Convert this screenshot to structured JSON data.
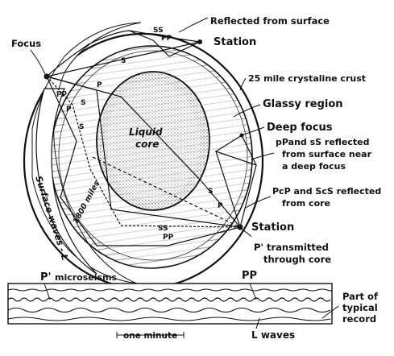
{
  "labels": {
    "reflected_from_surface": "Reflected from surface",
    "station_top": "Station",
    "focus": "Focus",
    "crust": "25 mile crystaline crust",
    "glassy": "Glassy region",
    "deep_focus": "Deep focus",
    "pp_ss_line1": "pPand sS reflected",
    "pp_ss_line2": "from surface near",
    "pp_ss_line3": "a deep focus",
    "pcp_line1": "PcP and ScS reflected",
    "pcp_line2": "from core",
    "station_bottom": "Station",
    "p_prime_line1": "P' transmitted",
    "p_prime_line2": "through core",
    "core_line1": "Liquid",
    "core_line2": "core",
    "surface_waves": "Surface waves - L",
    "miles": "1800 miles",
    "ray_ss_top": "SS",
    "ray_pp_top": "PP",
    "ray_s_top": "S",
    "ray_p_top": "P",
    "ray_p_left": "P",
    "ray_s_left1": "S",
    "ray_s_left2": "S",
    "ray_pp_left": "pp",
    "ray_ss_bottom": "SS",
    "ray_pp_bottom": "PP",
    "ray_s_core": "S",
    "ray_p_core": "P"
  },
  "seismogram": {
    "p_prime": "P'",
    "microseisms": "microseisms",
    "pp": "PP",
    "part_line1": "Part of",
    "part_line2": "typical",
    "part_line3": "record",
    "l_waves": "L waves",
    "one_minute": "one minute"
  }
}
